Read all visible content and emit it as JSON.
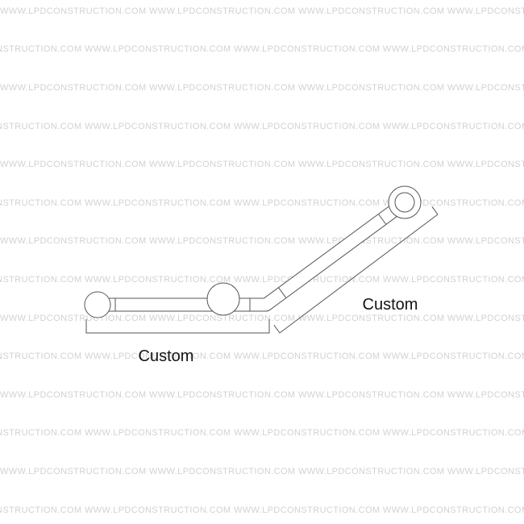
{
  "page": {
    "background_color": "#ffffff"
  },
  "watermark": {
    "text": "WWW.LPDCONSTRUCTION.COM",
    "row_text": "WWW.LPDCONSTRUCTION.COM WWW.LPDCONSTRUCTION.COM WWW.LPDCONSTRUCTION.COM WWW.LPDCONSTRUCTION.COM WWW.LPDCONSTRUCTION.COM WWW.LPDCONSTRUCTION.COM",
    "color": "#d2d2d2"
  },
  "diagram": {
    "subject": "angled-grab-bar-technical-drawing",
    "line_color": "#555555",
    "label_color": "#141414",
    "dimension_labels": {
      "horizontal": "Custom",
      "angled": "Custom"
    }
  }
}
